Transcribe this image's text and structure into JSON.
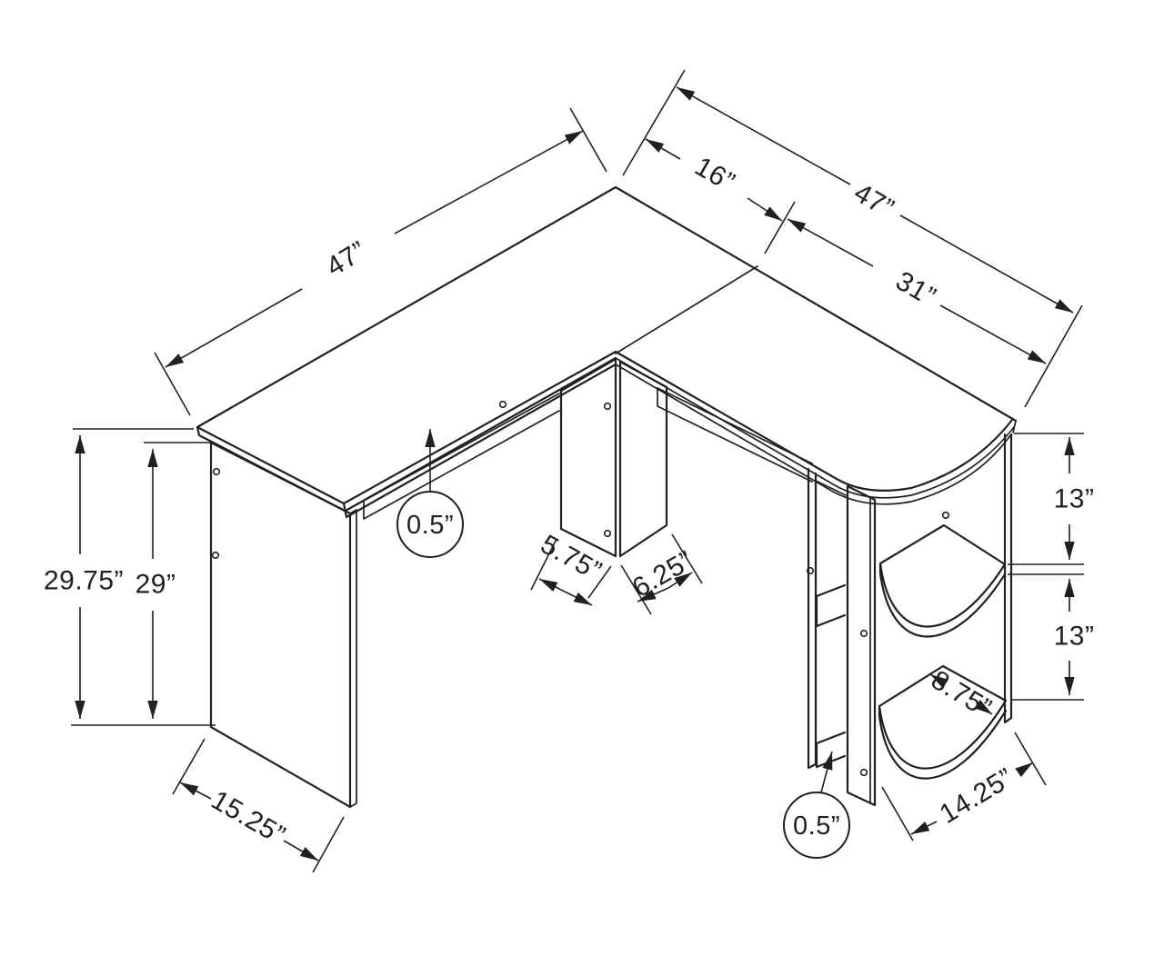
{
  "diagram": {
    "type": "furniture-dimension-drawing",
    "subject": "L-shaped corner computer desk with side storage shelves",
    "units": "inches",
    "dimensions": {
      "left_top_length": "47”",
      "right_top_depth": "16”",
      "right_top_length": "47”",
      "right_top_front_length": "31”",
      "overall_height": "29.75”",
      "side_panel_height": "29”",
      "desktop_thickness": "0.5”",
      "center_leg_left_width": "5.75”",
      "center_leg_right_width": "6.25”",
      "upper_shelf_clearance": "13”",
      "lower_shelf_clearance": "13”",
      "shelf_depth": "8.75”",
      "shelf_rail_thickness": "0.5”",
      "shelf_width": "14.25”",
      "side_panel_depth": "15.25”"
    }
  }
}
